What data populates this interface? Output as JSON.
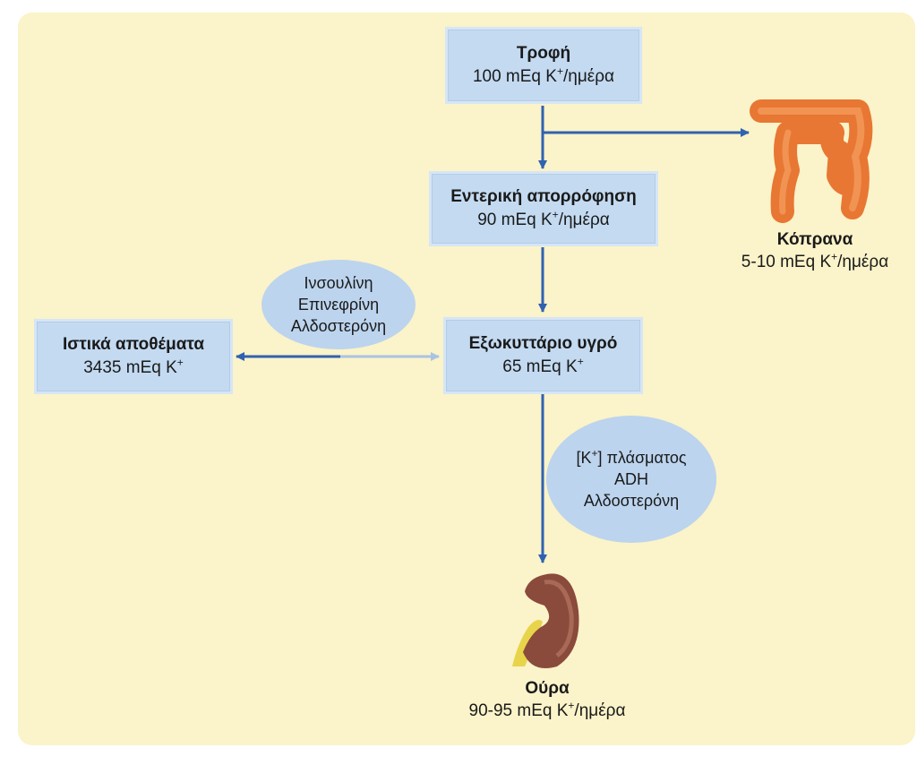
{
  "diagram": {
    "food": {
      "title": "Τροφή",
      "value": "100 mEq K",
      "sup": "+",
      "unit": "/ημέρα"
    },
    "intestinal": {
      "title": "Εντερική απορρόφηση",
      "value": "90 mEq K",
      "sup": "+",
      "unit": "/ημέρα"
    },
    "extracellular": {
      "title": "Εξωκυττάριο υγρό",
      "value": "65 mEq K",
      "sup": "+"
    },
    "tissue": {
      "title": "Ιστικά αποθέματα",
      "value": "3435 mEq K",
      "sup": "+"
    },
    "feces": {
      "title": "Κόπρανα",
      "value": "5-10 mEq K",
      "sup": "+",
      "unit": "/ημέρα"
    },
    "urine": {
      "title": "Ούρα",
      "value": "90-95 mEq K",
      "sup": "+",
      "unit": "/ημέρα"
    },
    "hormones_cell": {
      "line1": "Ινσουλίνη",
      "line2": "Επινεφρίνη",
      "line3": "Αλδοστερόνη"
    },
    "hormones_renal": {
      "pre": "[K",
      "sup": "+",
      "post": "] πλάσματος",
      "line2": "ADH",
      "line3": "Αλδοστερόνη"
    }
  },
  "colors": {
    "background": "#fbf3c9",
    "box": "#c3daf1",
    "arrow": "#2f62b0"
  },
  "icons": [
    "colon-icon",
    "kidney-icon"
  ]
}
